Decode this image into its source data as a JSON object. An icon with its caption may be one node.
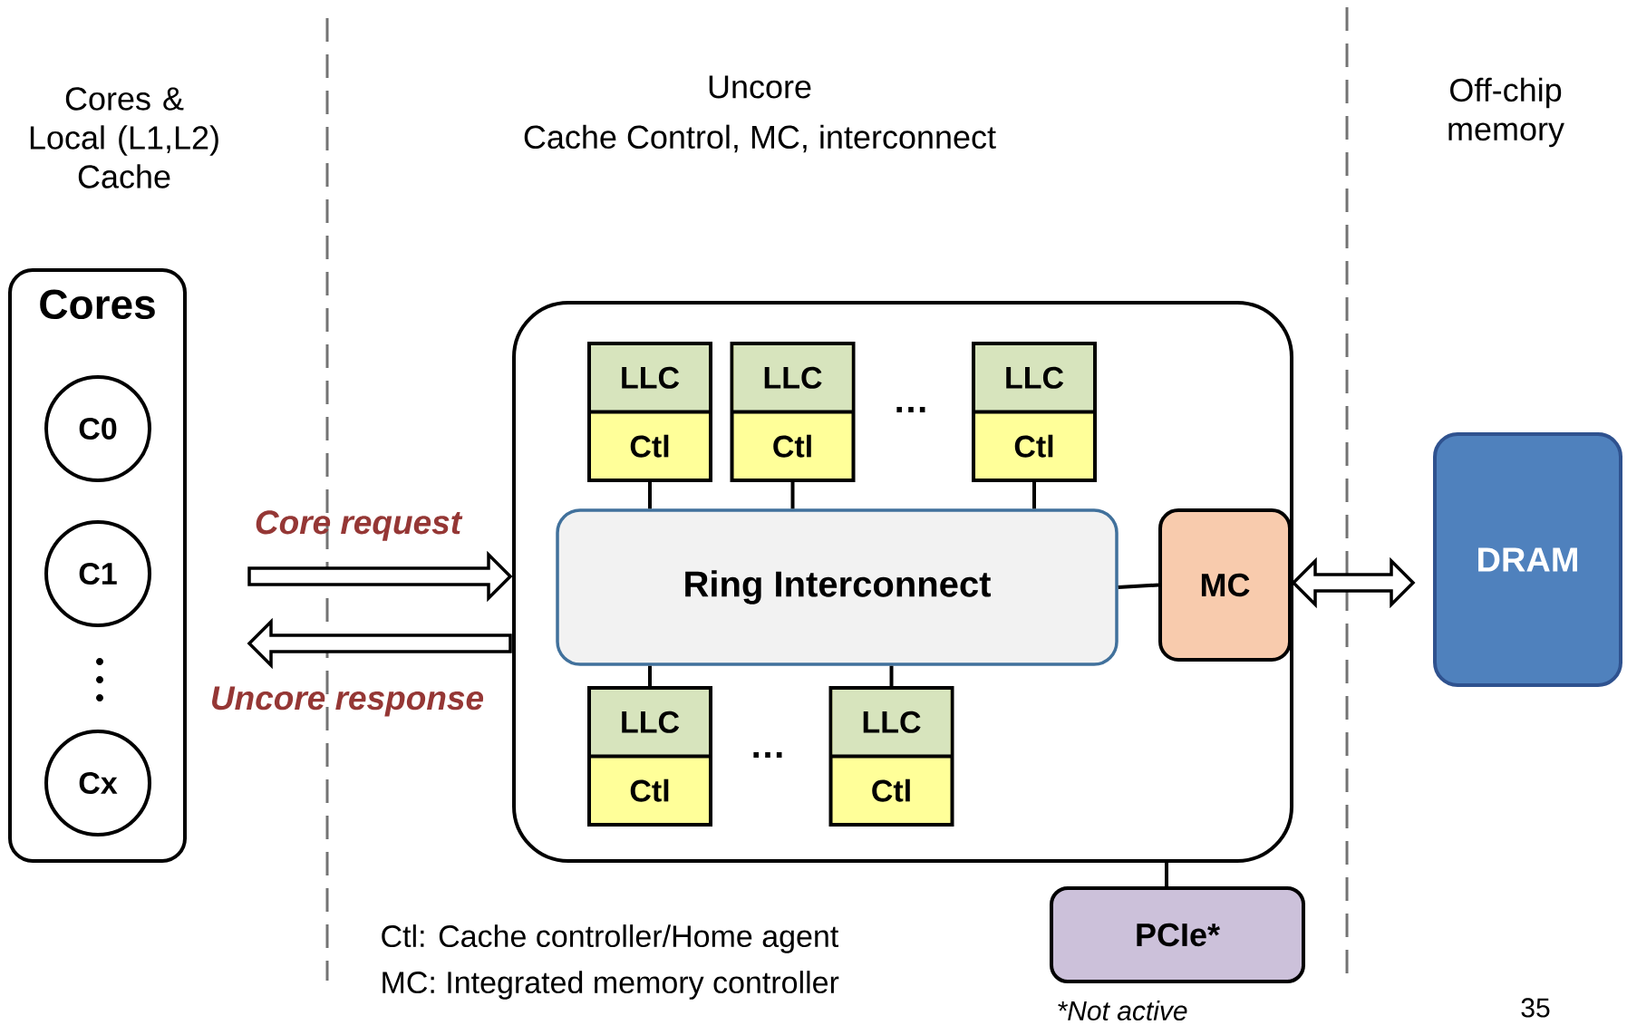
{
  "diagram": {
    "nodes": [
      {
        "text": [
          "Cores"
        ]
      },
      {
        "text": [
          "C0"
        ],
        "in": 0
      },
      {
        "text": [
          "C1"
        ],
        "in": 0
      },
      {
        "text": [
          "Cx"
        ],
        "in": 0
      },
      {
        "text": [],
        "shape": "box"
      },
      {
        "text": [
          "LLC",
          "Ctl"
        ],
        "in": 4
      },
      {
        "text": [
          "LLC",
          "Ctl"
        ],
        "in": 4
      },
      {
        "text": [
          "LLC",
          "Ctl"
        ],
        "in": 4
      },
      {
        "text": [
          "Ring Interconnect"
        ],
        "in": 4
      },
      {
        "text": [
          "MC"
        ],
        "in": 4
      },
      {
        "text": [
          "LLC",
          "Ctl"
        ],
        "in": 4
      },
      {
        "text": [
          "LLC",
          "Ctl"
        ],
        "in": 4
      },
      {
        "text": [
          "DRAM"
        ]
      },
      {
        "text": [
          "PCIe*"
        ],
        "beside": [
          "*Not active"
        ]
      }
    ],
    "edges": [
      {
        "from": null,
        "to": 4,
        "arrow": "to",
        "label": "Core request"
      },
      {
        "from": 4,
        "to": null,
        "arrow": "to",
        "label": "Uncore response"
      },
      {
        "from": 5,
        "to": 8,
        "arrow": "none"
      },
      {
        "from": 6,
        "to": 8,
        "arrow": "none"
      },
      {
        "from": 7,
        "to": 8,
        "arrow": "none"
      },
      {
        "from": 10,
        "to": 8,
        "arrow": "none"
      },
      {
        "from": 11,
        "to": 8,
        "arrow": "none"
      },
      {
        "from": 8,
        "to": 9,
        "arrow": "none"
      },
      {
        "from": 9,
        "to": 12,
        "arrow": "both"
      },
      {
        "from": 4,
        "to": 13,
        "arrow": "none"
      }
    ],
    "labels": [
      "Cores & Local (L1,L2) Cache",
      "Uncore",
      "Cache Control, MC, interconnect",
      "Off-chip memory",
      "…",
      "…",
      "Ctl: Cache controller/Home agent",
      "MC: Integrated memory controller",
      "35"
    ]
  }
}
